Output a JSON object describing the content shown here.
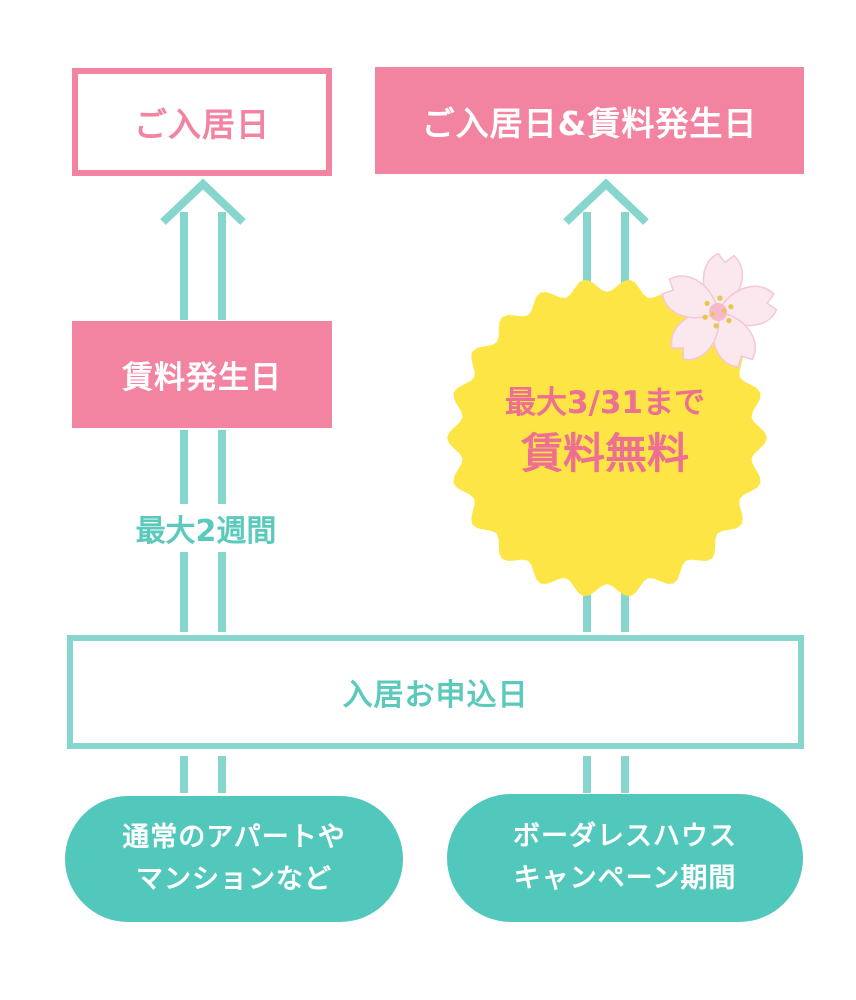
{
  "colors": {
    "pink": "#f284a2",
    "teal": "#86d6cd",
    "teal_dark": "#52c8bc",
    "yellow": "#fde545",
    "blossom": "#fbe7ee"
  },
  "left_column": {
    "move_in_label": "ご入居日",
    "rent_start_label": "賃料発生日",
    "gap_label": "最大2週間",
    "source_lines": [
      "通常のアパートや",
      "マンションなど"
    ]
  },
  "right_column": {
    "move_in_label": "ご入居日&賃料発生日",
    "badge_line1": "最大3/31まで",
    "badge_line2": "賃料無料",
    "badge_icon": "cherry-blossom-icon",
    "source_lines": [
      "ボーダレスハウス",
      "キャンペーン期間"
    ]
  },
  "shared": {
    "application_label": "入居お申込日"
  }
}
